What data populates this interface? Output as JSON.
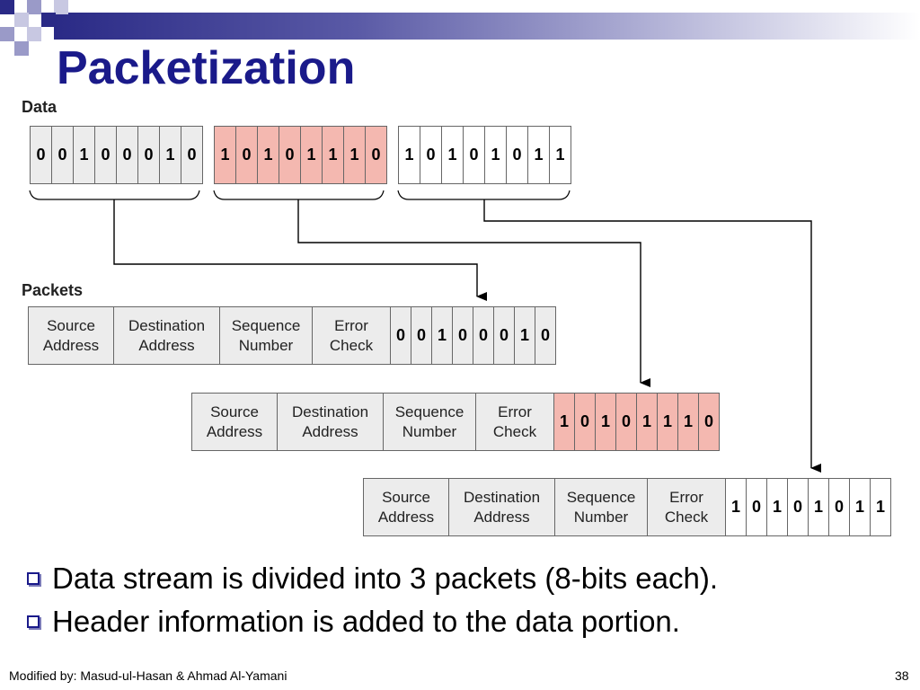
{
  "slide": {
    "title": "Packetization",
    "footer_left": "Modified by: Masud-ul-Hasan & Ahmad Al-Yamani",
    "page_number": "38"
  },
  "diagram": {
    "data_label": "Data",
    "packets_label": "Packets",
    "data_blocks": [
      {
        "bits": [
          "0",
          "0",
          "1",
          "0",
          "0",
          "0",
          "1",
          "0"
        ],
        "color": "#ececec"
      },
      {
        "bits": [
          "1",
          "0",
          "1",
          "0",
          "1",
          "1",
          "1",
          "0"
        ],
        "color": "#f4b8b0"
      },
      {
        "bits": [
          "1",
          "0",
          "1",
          "0",
          "1",
          "0",
          "1",
          "1"
        ],
        "color": "#ffffff"
      }
    ],
    "packets": [
      {
        "headers": [
          "Source\nAddress",
          "Destination\nAddress",
          "Sequence\nNumber",
          "Error\nCheck"
        ],
        "bits": [
          "0",
          "0",
          "1",
          "0",
          "0",
          "0",
          "1",
          "0"
        ],
        "color": "#ececec"
      },
      {
        "headers": [
          "Source\nAddress",
          "Destination\nAddress",
          "Sequence\nNumber",
          "Error\nCheck"
        ],
        "bits": [
          "1",
          "0",
          "1",
          "0",
          "1",
          "1",
          "1",
          "0"
        ],
        "color": "#f4b8b0"
      },
      {
        "headers": [
          "Source\nAddress",
          "Destination\nAddress",
          "Sequence\nNumber",
          "Error\nCheck"
        ],
        "bits": [
          "1",
          "0",
          "1",
          "0",
          "1",
          "0",
          "1",
          "1"
        ],
        "color": "#ffffff"
      }
    ]
  },
  "bullets": [
    "Data stream is divided into 3 packets (8-bits each).",
    "Header information is added to the data portion."
  ]
}
